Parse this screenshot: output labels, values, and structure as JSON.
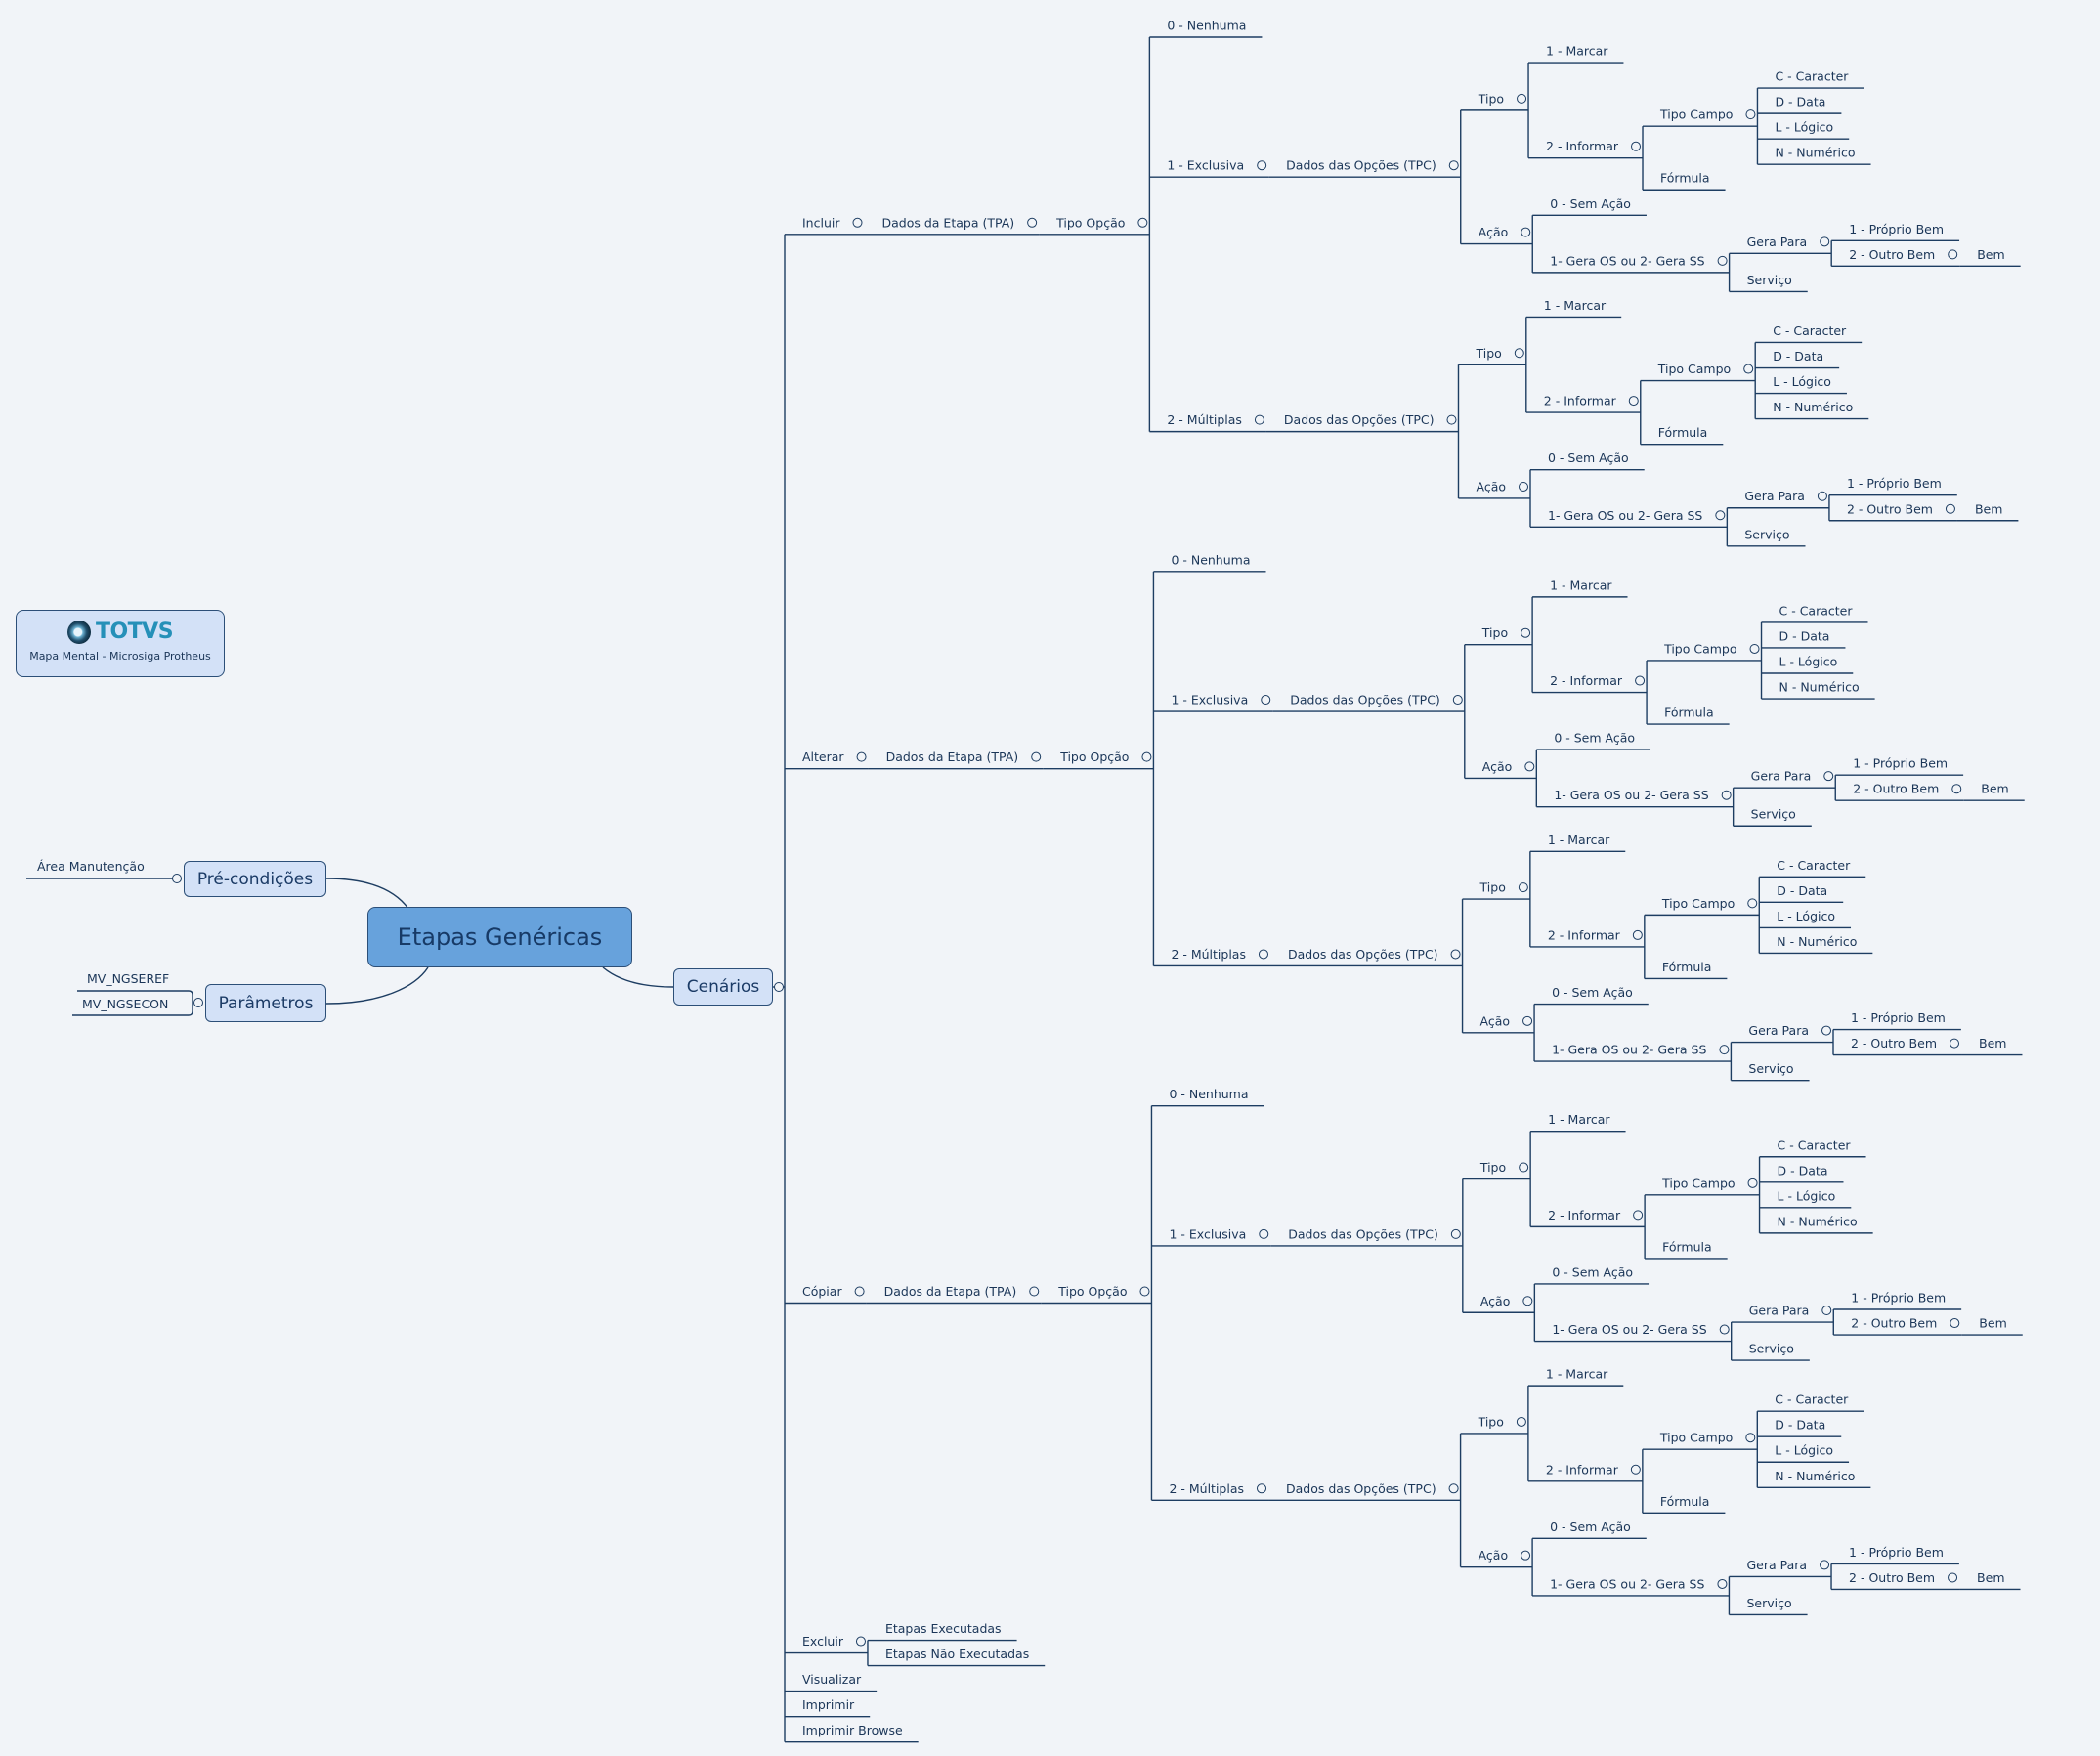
{
  "logo": {
    "brand": "TOTVS",
    "subtitle": "Mapa Mental - Microsiga Protheus"
  },
  "central_topic": "Etapas Genéricas",
  "left_branches": [
    {
      "label": "Pré-condições",
      "children": [
        {
          "label": "Área Manutenção"
        }
      ]
    },
    {
      "label": "Parâmetros",
      "children": [
        {
          "label": "MV_NGSEREF"
        },
        {
          "label": "MV_NGSECON"
        }
      ]
    }
  ],
  "cenarios": {
    "label": "Cenários",
    "children": [
      {
        "label": "Incluir",
        "children": [
          {
            "label": "Dados da Etapa (TPA)",
            "children": [
              {
                "label": "Tipo Opção",
                "ref": "tipo_opcao"
              }
            ]
          }
        ]
      },
      {
        "label": "Alterar",
        "children": [
          {
            "label": "Dados da Etapa (TPA)",
            "children": [
              {
                "label": "Tipo Opção",
                "ref": "tipo_opcao"
              }
            ]
          }
        ]
      },
      {
        "label": "Cópiar",
        "children": [
          {
            "label": "Dados da Etapa (TPA)",
            "children": [
              {
                "label": "Tipo Opção",
                "ref": "tipo_opcao"
              }
            ]
          }
        ]
      },
      {
        "label": "Excluir",
        "children": [
          {
            "label": "Etapas Executadas"
          },
          {
            "label": "Etapas Não Executadas"
          }
        ]
      },
      {
        "label": "Visualizar"
      },
      {
        "label": "Imprimir"
      },
      {
        "label": "Imprimir Browse"
      }
    ]
  },
  "templates": {
    "tipo_opcao": [
      {
        "label": "0 - Nenhuma"
      },
      {
        "label": "1 - Exclusiva",
        "children": [
          {
            "label": "Dados das Opções (TPC)",
            "ref": "dados_opcoes"
          }
        ]
      },
      {
        "label": "2 - Múltiplas",
        "children": [
          {
            "label": "Dados das Opções (TPC)",
            "ref": "dados_opcoes"
          }
        ]
      }
    ],
    "dados_opcoes": [
      {
        "label": "Tipo",
        "children": [
          {
            "label": "1 - Marcar"
          },
          {
            "label": "2 - Informar",
            "children": [
              {
                "label": "Tipo Campo",
                "children": [
                  {
                    "label": "C - Caracter"
                  },
                  {
                    "label": "D - Data"
                  },
                  {
                    "label": "L - Lógico"
                  },
                  {
                    "label": "N - Numérico"
                  }
                ]
              },
              {
                "label": "Fórmula"
              }
            ]
          }
        ]
      },
      {
        "label": "Ação",
        "children": [
          {
            "label": "0 - Sem Ação"
          },
          {
            "label": "1- Gera OS ou 2- Gera SS",
            "children": [
              {
                "label": "Gera Para",
                "children": [
                  {
                    "label": "1 - Próprio Bem"
                  },
                  {
                    "label": "2 - Outro Bem",
                    "children": [
                      {
                        "label": "Bem"
                      }
                    ]
                  }
                ]
              },
              {
                "label": "Serviço"
              }
            ]
          }
        ]
      }
    ]
  }
}
